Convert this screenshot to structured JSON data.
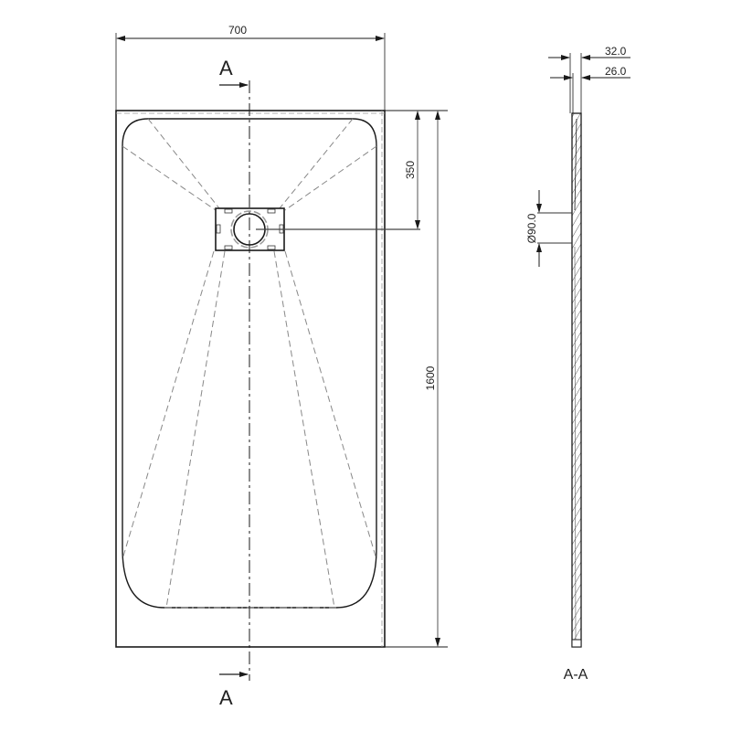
{
  "drawing": {
    "plan_view": {
      "width_dim": "700",
      "length_dim": "1600",
      "drain_offset_dim": "350",
      "section_marker_top": "A",
      "section_marker_bottom": "A"
    },
    "section_view": {
      "title": "A-A",
      "total_thickness_dim": "32.0",
      "edge_thickness_dim": "26.0",
      "drain_diameter_dim": "Ø90.0"
    },
    "colors": {
      "line": "#1a1a1a",
      "dash": "#777777",
      "background": "#ffffff"
    }
  }
}
